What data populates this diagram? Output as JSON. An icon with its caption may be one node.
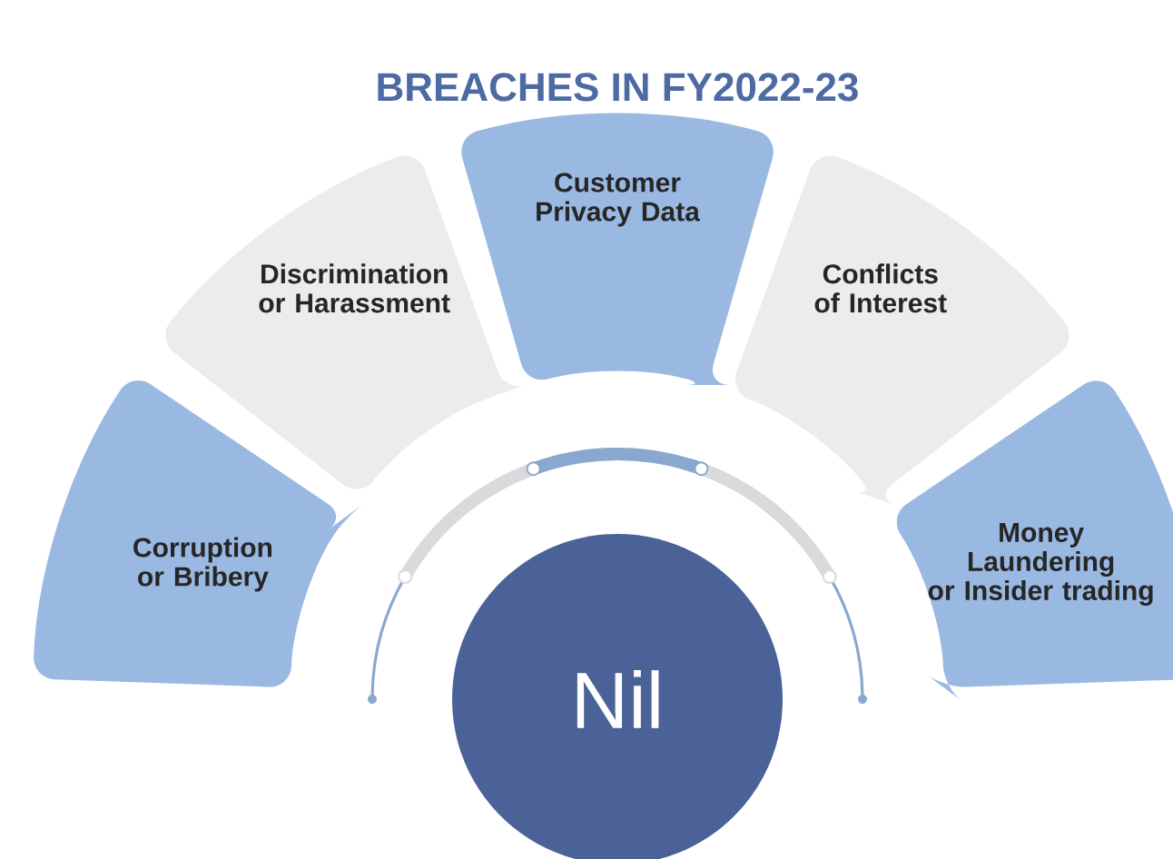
{
  "diagram": {
    "title": "BREACHES IN FY2022-23",
    "nodes": [
      {
        "text": [
          "Corruption or Bribery"
        ]
      },
      {
        "text": [
          "Discrimination or Harassment"
        ]
      },
      {
        "text": [
          "Customer Privacy Data"
        ]
      },
      {
        "text": [
          "Conflicts of Interest"
        ]
      },
      {
        "text": [
          "Money Laundering or Insider trading"
        ]
      },
      {
        "text": [
          "Nil"
        ]
      }
    ]
  }
}
